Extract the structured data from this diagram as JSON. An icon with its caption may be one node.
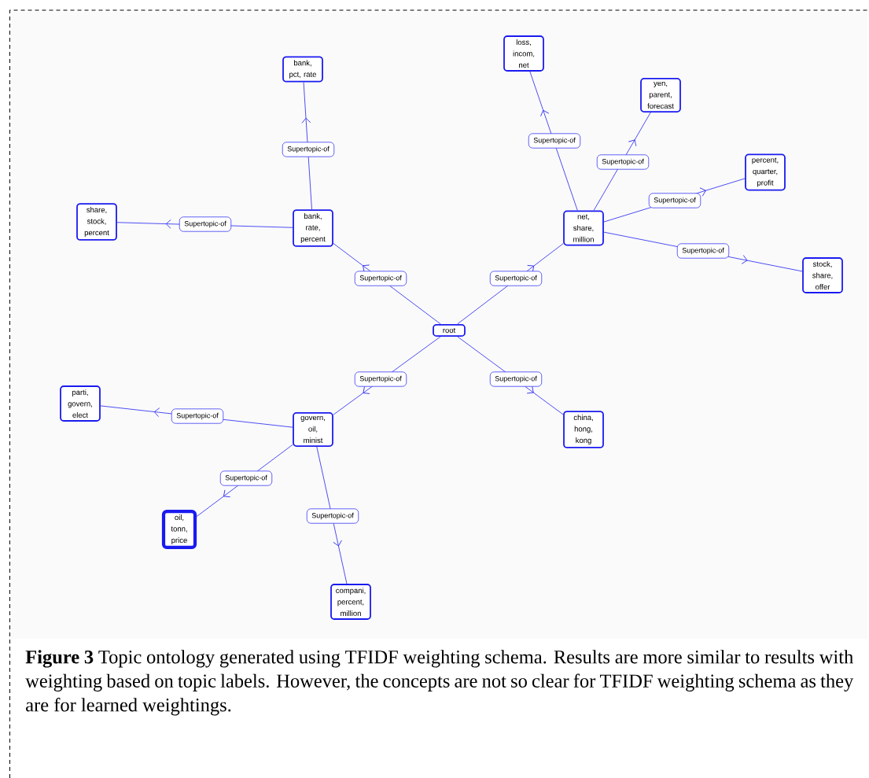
{
  "diagram": {
    "caption": "**Figure 3** Topic ontology generated using TFIDF weighting schema. Results are more similar to results with weighting based on topic labels. However, the concepts are not so clear for TFIDF weighting schema as they are for learned weightings.",
    "nodes": [
      {
        "text": [
          "root"
        ]
      },
      {
        "text": [
          "bank, rate, percent"
        ]
      },
      {
        "text": [
          "bank, pct, rate"
        ]
      },
      {
        "text": [
          "share, stock, percent"
        ]
      },
      {
        "text": [
          "net, share, million"
        ]
      },
      {
        "text": [
          "loss, incom, net"
        ]
      },
      {
        "text": [
          "yen, parent, forecast"
        ]
      },
      {
        "text": [
          "percent, quarter, profit"
        ]
      },
      {
        "text": [
          "stock, share, offer"
        ]
      },
      {
        "text": [
          "govern, oil, minist"
        ]
      },
      {
        "text": [
          "parti, govern, elect"
        ]
      },
      {
        "text": [
          "oil, tonn, price"
        ]
      },
      {
        "text": [
          "compani, percent, million"
        ]
      },
      {
        "text": [
          "china, hong, kong"
        ]
      }
    ],
    "edges": [
      {
        "from": 0,
        "to": 1,
        "arrow": "to",
        "label": "Supertopic-of"
      },
      {
        "from": 1,
        "to": 2,
        "arrow": "to",
        "label": "Supertopic-of"
      },
      {
        "from": 1,
        "to": 3,
        "arrow": "to",
        "label": "Supertopic-of"
      },
      {
        "from": 0,
        "to": 4,
        "arrow": "to",
        "label": "Supertopic-of"
      },
      {
        "from": 4,
        "to": 5,
        "arrow": "to",
        "label": "Supertopic-of"
      },
      {
        "from": 4,
        "to": 6,
        "arrow": "to",
        "label": "Supertopic-of"
      },
      {
        "from": 4,
        "to": 7,
        "arrow": "to",
        "label": "Supertopic-of"
      },
      {
        "from": 4,
        "to": 8,
        "arrow": "to",
        "label": "Supertopic-of"
      },
      {
        "from": 0,
        "to": 9,
        "arrow": "to",
        "label": "Supertopic-of"
      },
      {
        "from": 9,
        "to": 10,
        "arrow": "to",
        "label": "Supertopic-of"
      },
      {
        "from": 9,
        "to": 11,
        "arrow": "to",
        "label": "Supertopic-of"
      },
      {
        "from": 9,
        "to": 12,
        "arrow": "to",
        "label": "Supertopic-of"
      },
      {
        "from": 0,
        "to": 13,
        "arrow": "to",
        "label": "Supertopic-of"
      }
    ]
  }
}
